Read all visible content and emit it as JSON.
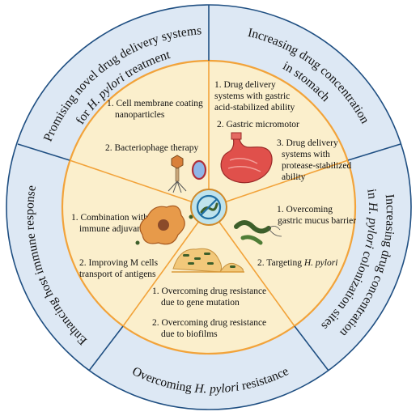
{
  "colors": {
    "outer_ring": "#dde8f4",
    "inner_disc": "#fbefcc",
    "orange_ring": "#f2a33a",
    "divider": "#1f4f82",
    "center_badge": "#bfe3ec"
  },
  "outer_sections": {
    "promising_line1": "Promising novel drug delivery systems",
    "promising_line2_prefix": "for ",
    "promising_line2_italic": "H. pylori",
    "promising_line2_suffix": " treatment",
    "increasing_stomach_line1": "Increasing drug concentration",
    "increasing_stomach_line2": "in stomach",
    "colonization_line1": "Increasing drug concentration",
    "colonization_line2_prefix": "in ",
    "colonization_line2_italic": "H. pylori",
    "colonization_line2_suffix": " colonization sites",
    "resistance_prefix": "Overcoming ",
    "resistance_italic": "H. pylori",
    "resistance_suffix": " resistance",
    "immune_line1": "Enhancing host immune response"
  },
  "inner_items": {
    "cell_membrane_l1": "1. Cell membrane coating",
    "cell_membrane_l2": "nanoparticles",
    "bacteriophage": "2. Bacteriophage therapy",
    "gastric_acid_l1": "1. Drug delivery",
    "gastric_acid_l2": "systems with gastric",
    "gastric_acid_l3": "acid-stabilized ability",
    "micromotor": "2. Gastric micromotor",
    "protease_l1": "3. Drug delivery",
    "protease_l2": "systems with",
    "protease_l3": "protease-stabilized",
    "protease_l4": "ability",
    "mucus_l1": "1. Overcoming",
    "mucus_l2": "gastric mucus barrier",
    "targeting_prefix": "2. Targeting ",
    "targeting_italic": "H. pylori",
    "mutation_l1": "1. Overcoming drug resistance",
    "mutation_l2": "due to gene mutation",
    "biofilm_l1": "2. Overcoming drug resistance",
    "biofilm_l2": "due to biofilms",
    "adjuvant_l1": "1. Combination with",
    "adjuvant_l2": "immune adjuvants",
    "mcells_l1": "2. Improving M cells",
    "mcells_l2": "transport of antigens"
  },
  "icons": [
    "bacteriophage-icon",
    "cell-icon",
    "stomach-icon",
    "helicobacter-icon",
    "biofilm-icon",
    "immune-cell-icon",
    "no-bacteria-icon"
  ]
}
